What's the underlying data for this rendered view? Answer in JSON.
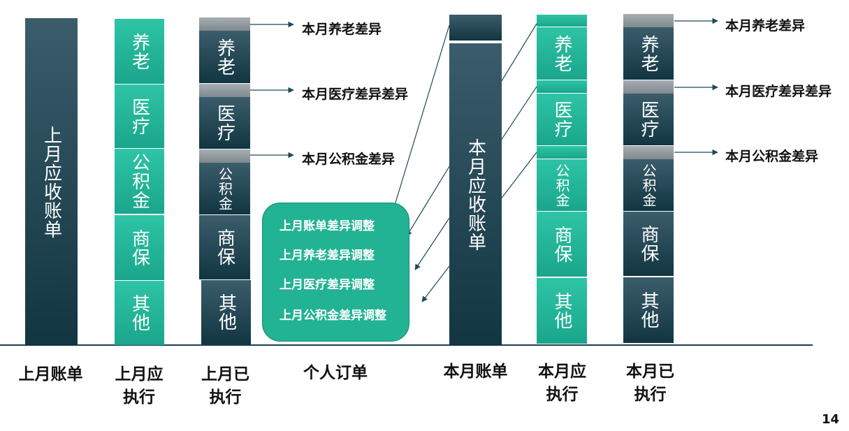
{
  "colors": {
    "dark": "#1b3f4d",
    "teal": "#22b394",
    "gray": "#8e979b",
    "arrow": "#1b4a57"
  },
  "columns": {
    "last_bill": {
      "label": "上月账单",
      "bar": "上月应收账单"
    },
    "last_due": {
      "label": "上月应执行",
      "segments": [
        "养老",
        "医疗",
        "公积金",
        "商保",
        "其他"
      ]
    },
    "last_done": {
      "label": "上月已执行",
      "segments": [
        "养老",
        "医疗",
        "公积金",
        "商保",
        "其他"
      ]
    },
    "personal_order": {
      "label": "个人订单",
      "items": [
        "上月账单差异调整",
        "上月养老差异调整",
        "上月医疗差异调整",
        "上月公积金差异调整"
      ]
    },
    "this_bill": {
      "label": "本月账单",
      "bar": "本月应收账单"
    },
    "this_due": {
      "label": "本月应执行",
      "segments": [
        "养老",
        "医疗",
        "公积金",
        "商保",
        "其他"
      ]
    },
    "this_done": {
      "label": "本月已执行",
      "segments": [
        "养老",
        "医疗",
        "公积金",
        "商保",
        "其他"
      ]
    }
  },
  "diff_labels_left": [
    "本月养老差异",
    "本月医疗差异差异",
    "本月公积金差异"
  ],
  "diff_labels_right": [
    "本月养老差异",
    "本月医疗差异差异",
    "本月公积金差异"
  ],
  "page_number": "14"
}
